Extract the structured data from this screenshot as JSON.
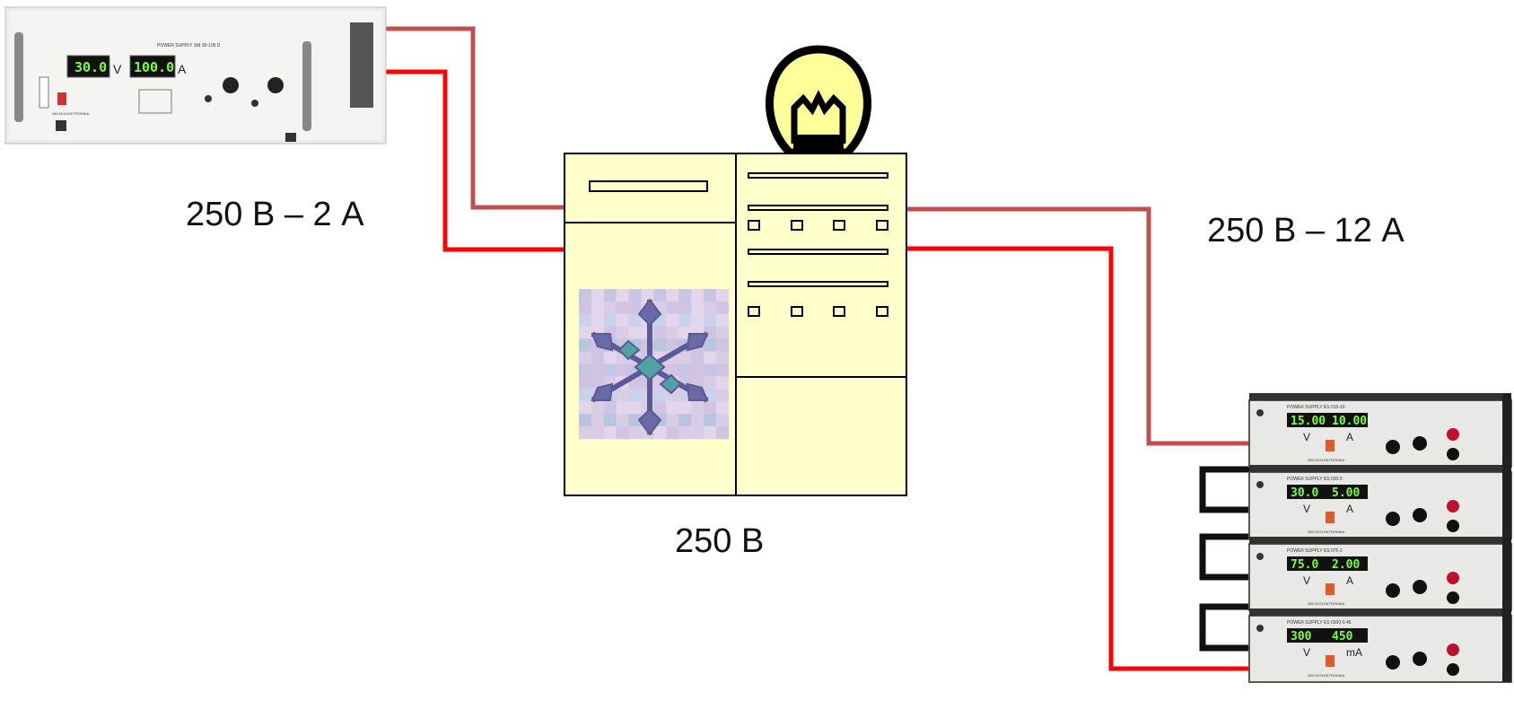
{
  "labels": {
    "left_supply": "250 В – 2 А",
    "right_supply": "250 В – 12 А",
    "load": "250 В"
  },
  "rack_supply": {
    "title": "POWER SUPPLY SM 30-100 D",
    "voltage_display": "30.0",
    "current_display": "100.0",
    "voltage_unit": "V",
    "current_unit": "A",
    "brand": "DELTA ELEKTRONIKA"
  },
  "bench_supplies": [
    {
      "title": "POWER SUPPLY ES 015-10",
      "v": "15.00",
      "a": "10.00",
      "vu": "V",
      "au": "A",
      "brand": "DELTA ELEKTRONIKA"
    },
    {
      "title": "POWER SUPPLY ES 030-5",
      "v": "30.0",
      "a": "5.00",
      "vu": "V",
      "au": "A",
      "brand": "DELTA ELEKTRONIKA"
    },
    {
      "title": "POWER SUPPLY ES 075-2",
      "v": "75.0",
      "a": "2.00",
      "vu": "V",
      "au": "A",
      "brand": "DELTA ELEKTRONIKA"
    },
    {
      "title": "POWER SUPPLY ES 0300-0.45",
      "v": "300",
      "a": "450",
      "vu": "V",
      "au": "mA",
      "brand": "DELTA ELEKTRONIKA"
    }
  ],
  "colors": {
    "wire_dark": "#c0504d",
    "wire_red": "#ff0000",
    "cabinet_fill": "#ffffcc",
    "display_green": "#7cff3a"
  }
}
